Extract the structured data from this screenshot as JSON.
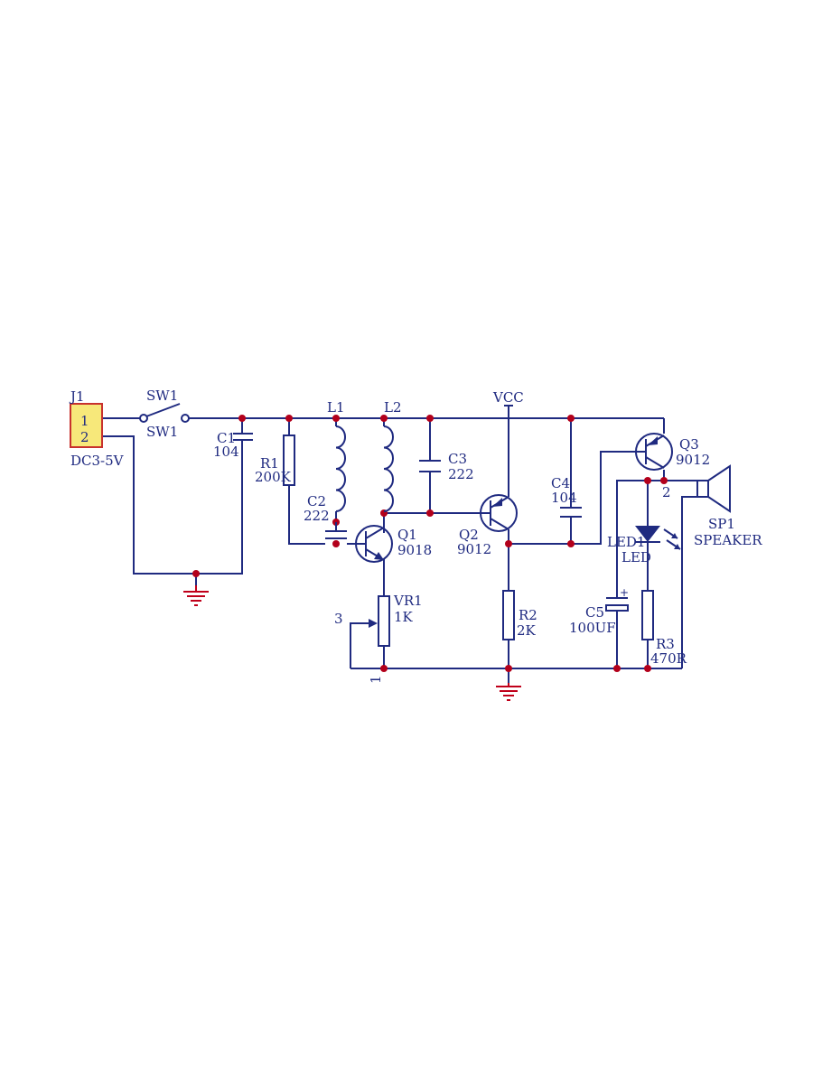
{
  "colors": {
    "wire": "#1f2a80",
    "junction": "#b3001b",
    "ground": "#c0001a",
    "connector_fill": "#f7e87a",
    "connector_border": "#c8312d",
    "led_fill": "#1f2a80"
  },
  "labels": {
    "j1": "J1",
    "j1_pin1": "1",
    "j1_pin2": "2",
    "j1_value": "DC3-5V",
    "sw1_top": "SW1",
    "sw1_bottom": "SW1",
    "c1": "C1",
    "c1_value": "104",
    "r1": "R1",
    "r1_value": "200K",
    "l1": "L1",
    "l2": "L2",
    "c2": "C2",
    "c2_value": "222",
    "c3": "C3",
    "c3_value": "222",
    "q1": "Q1",
    "q1_value": "9018",
    "q2": "Q2",
    "q2_value": "9012",
    "q3": "Q3",
    "q3_value": "9012",
    "vcc": "VCC",
    "c4": "C4",
    "c4_value": "104",
    "vr1": "VR1",
    "vr1_value": "1K",
    "vr1_pin3": "3",
    "vr1_pin1": "1",
    "r2": "R2",
    "r2_value": "2K",
    "c5": "C5",
    "c5_value": "100UF",
    "led1": "LED1",
    "led1_value": "LED",
    "r3": "R3",
    "r3_value": "470R",
    "sp1": "SP1",
    "sp1_value": "SPEAKER",
    "q3_pin2": "2"
  }
}
